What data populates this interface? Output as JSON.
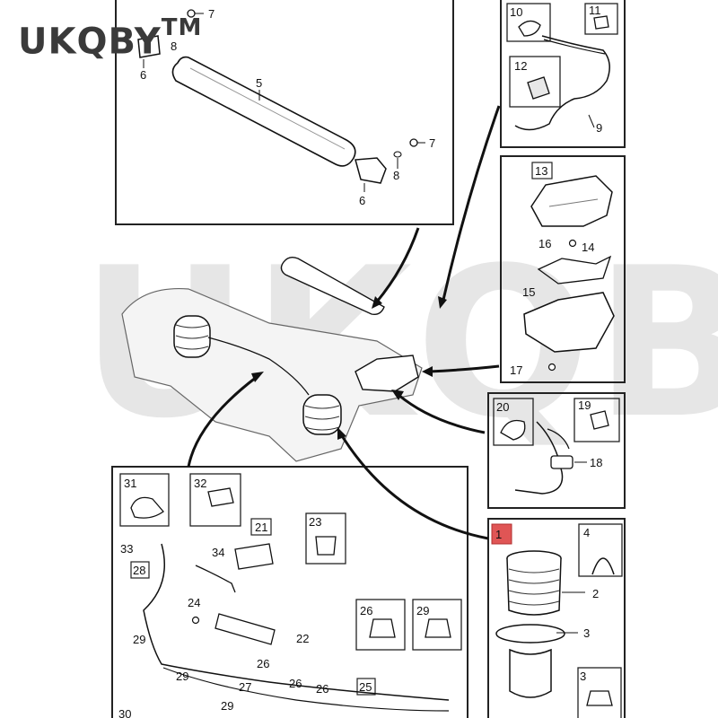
{
  "brand": {
    "name": "UKQBY",
    "mark": "TM"
  },
  "watermark": {
    "text": "UKQBYTM"
  },
  "callouts": {
    "n1": "1",
    "n2": "2",
    "n3": "3",
    "n4": "4",
    "n5": "5",
    "n6": "6",
    "n7": "7",
    "n8": "8",
    "n9": "9",
    "n10": "10",
    "n11": "11",
    "n12": "12",
    "n13": "13",
    "n14": "14",
    "n15": "15",
    "n16": "16",
    "n17": "17",
    "n18": "18",
    "n19": "19",
    "n20": "20",
    "n21": "21",
    "n22": "22",
    "n23": "23",
    "n24": "24",
    "n25": "25",
    "n26": "26",
    "n27": "27",
    "n28": "28",
    "n29": "29",
    "n30": "30",
    "n31": "31",
    "n32": "32",
    "n33": "33",
    "n34": "34"
  },
  "colors": {
    "highlight": "#e05555",
    "line": "#111111",
    "frame": "#222222"
  }
}
